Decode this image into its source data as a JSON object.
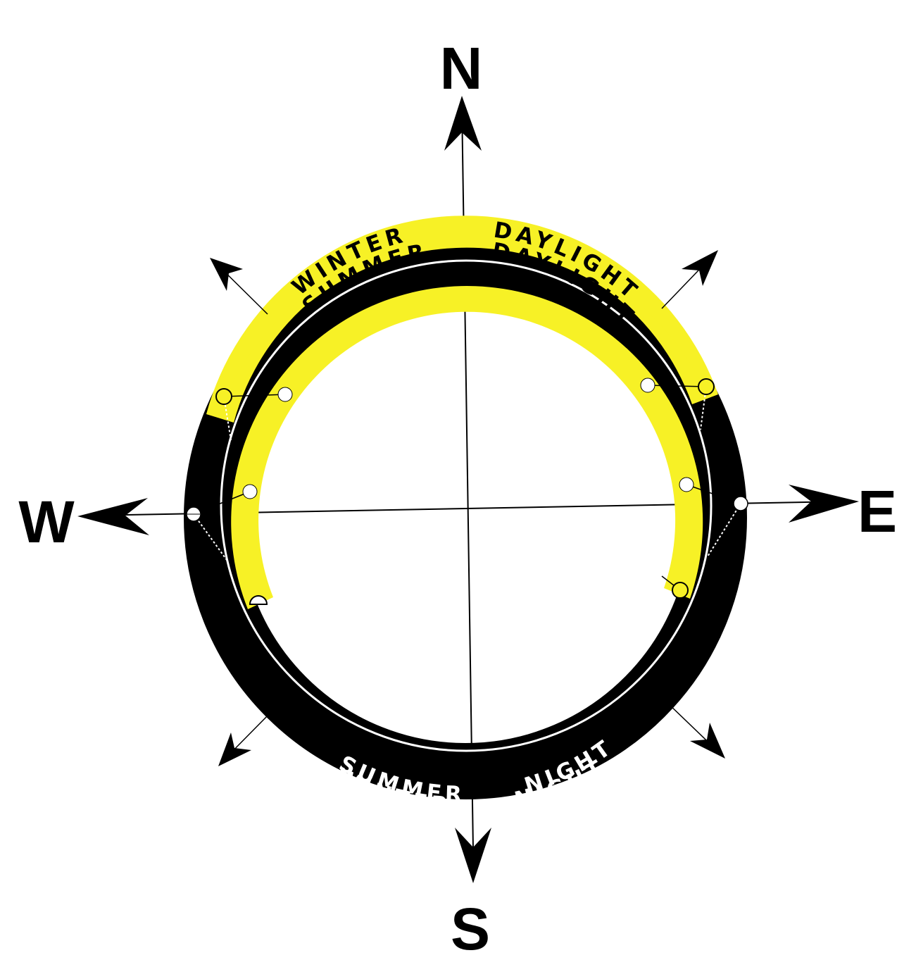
{
  "compass": {
    "north": "N",
    "south": "S",
    "east": "E",
    "west": "W"
  },
  "ring_labels": {
    "winter_daylight": [
      "WINTER",
      "DAYLIGHT"
    ],
    "summer_daylight": [
      "SUMMER",
      "DAYLIGHT"
    ],
    "summer_night": [
      "SUMMER",
      "NIGHT"
    ],
    "winter_night": [
      "WINTER",
      "NIGHT"
    ]
  },
  "colors": {
    "daylight": "#f7f126",
    "night": "#000000",
    "night_text": "#ffffff",
    "daylight_text": "#000000"
  },
  "icons": [
    "compass-arrow",
    "sun-marker"
  ]
}
